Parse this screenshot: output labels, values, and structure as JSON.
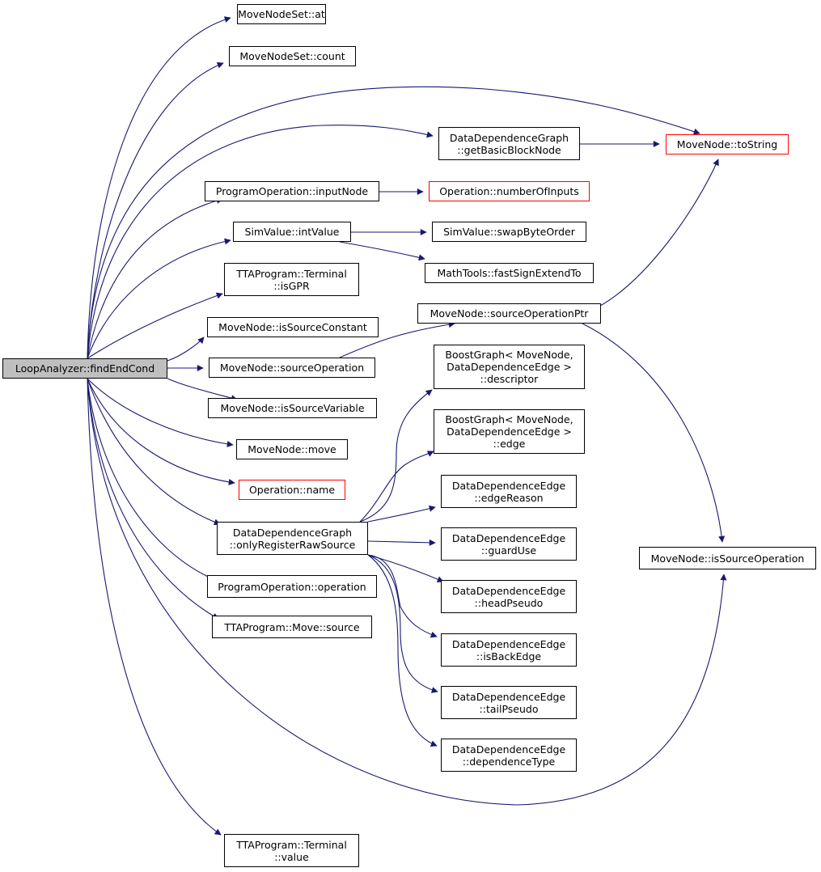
{
  "colors": {
    "edge": "#191970",
    "node_border": "#000000",
    "node_border_undocumented": "#ff0000",
    "root_fill": "#bfbfbf"
  },
  "nodes": {
    "root": {
      "lines": [
        "LoopAnalyzer::findEndCond"
      ]
    },
    "mns_at": {
      "lines": [
        "MoveNodeSet::at"
      ]
    },
    "mns_count": {
      "lines": [
        "MoveNodeSet::count"
      ]
    },
    "ddg_getbb": {
      "lines": [
        "DataDependenceGraph",
        "::getBasicBlockNode"
      ]
    },
    "mn_tostring": {
      "lines": [
        "MoveNode::toString"
      ]
    },
    "po_input": {
      "lines": [
        "ProgramOperation::inputNode"
      ]
    },
    "op_numinputs": {
      "lines": [
        "Operation::numberOfInputs"
      ]
    },
    "sv_int": {
      "lines": [
        "SimValue::intValue"
      ]
    },
    "sv_swap": {
      "lines": [
        "SimValue::swapByteOrder"
      ]
    },
    "mt_fast": {
      "lines": [
        "MathTools::fastSignExtendTo"
      ]
    },
    "term_isgpr": {
      "lines": [
        "TTAProgram::Terminal",
        "::isGPR"
      ]
    },
    "mn_srcopptr": {
      "lines": [
        "MoveNode::sourceOperationPtr"
      ]
    },
    "mn_issrcconst": {
      "lines": [
        "MoveNode::isSourceConstant"
      ]
    },
    "mn_srcop": {
      "lines": [
        "MoveNode::sourceOperation"
      ]
    },
    "bg_desc": {
      "lines": [
        "BoostGraph< MoveNode,",
        "DataDependenceEdge >",
        "::descriptor"
      ]
    },
    "mn_issrcvar": {
      "lines": [
        "MoveNode::isSourceVariable"
      ]
    },
    "bg_edge": {
      "lines": [
        "BoostGraph< MoveNode,",
        "DataDependenceEdge >",
        "::edge"
      ]
    },
    "mn_move": {
      "lines": [
        "MoveNode::move"
      ]
    },
    "op_name": {
      "lines": [
        "Operation::name"
      ]
    },
    "dde_reason": {
      "lines": [
        "DataDependenceEdge",
        "::edgeReason"
      ]
    },
    "ddg_onlyreg": {
      "lines": [
        "DataDependenceGraph",
        "::onlyRegisterRawSource"
      ]
    },
    "dde_guard": {
      "lines": [
        "DataDependenceEdge",
        "::guardUse"
      ]
    },
    "mn_issrcop": {
      "lines": [
        "MoveNode::isSourceOperation"
      ]
    },
    "po_operation": {
      "lines": [
        "ProgramOperation::operation"
      ]
    },
    "dde_head": {
      "lines": [
        "DataDependenceEdge",
        "::headPseudo"
      ]
    },
    "move_source": {
      "lines": [
        "TTAProgram::Move::source"
      ]
    },
    "dde_back": {
      "lines": [
        "DataDependenceEdge",
        "::isBackEdge"
      ]
    },
    "dde_tail": {
      "lines": [
        "DataDependenceEdge",
        "::tailPseudo"
      ]
    },
    "dde_deptype": {
      "lines": [
        "DataDependenceEdge",
        "::dependenceType"
      ]
    },
    "term_value": {
      "lines": [
        "TTAProgram::Terminal",
        "::value"
      ]
    }
  },
  "edges": [
    [
      "root",
      "mns_at"
    ],
    [
      "root",
      "mns_count"
    ],
    [
      "root",
      "mn_tostring"
    ],
    [
      "root",
      "ddg_getbb"
    ],
    [
      "root",
      "po_input"
    ],
    [
      "root",
      "sv_int"
    ],
    [
      "root",
      "term_isgpr"
    ],
    [
      "root",
      "mn_issrcconst"
    ],
    [
      "root",
      "mn_srcop"
    ],
    [
      "root",
      "mn_issrcvar"
    ],
    [
      "root",
      "mn_move"
    ],
    [
      "root",
      "op_name"
    ],
    [
      "root",
      "ddg_onlyreg"
    ],
    [
      "root",
      "po_operation"
    ],
    [
      "root",
      "move_source"
    ],
    [
      "root",
      "mn_issrcop"
    ],
    [
      "root",
      "term_value"
    ],
    [
      "ddg_getbb",
      "mn_tostring"
    ],
    [
      "po_input",
      "op_numinputs"
    ],
    [
      "sv_int",
      "sv_swap"
    ],
    [
      "sv_int",
      "mt_fast"
    ],
    [
      "mn_srcop",
      "mn_srcopptr"
    ],
    [
      "mn_srcopptr",
      "mn_tostring"
    ],
    [
      "mn_srcopptr",
      "mn_issrcop"
    ],
    [
      "ddg_onlyreg",
      "bg_desc"
    ],
    [
      "ddg_onlyreg",
      "bg_edge"
    ],
    [
      "ddg_onlyreg",
      "dde_reason"
    ],
    [
      "ddg_onlyreg",
      "dde_guard"
    ],
    [
      "ddg_onlyreg",
      "dde_head"
    ],
    [
      "ddg_onlyreg",
      "dde_back"
    ],
    [
      "ddg_onlyreg",
      "dde_tail"
    ],
    [
      "ddg_onlyreg",
      "dde_deptype"
    ]
  ]
}
